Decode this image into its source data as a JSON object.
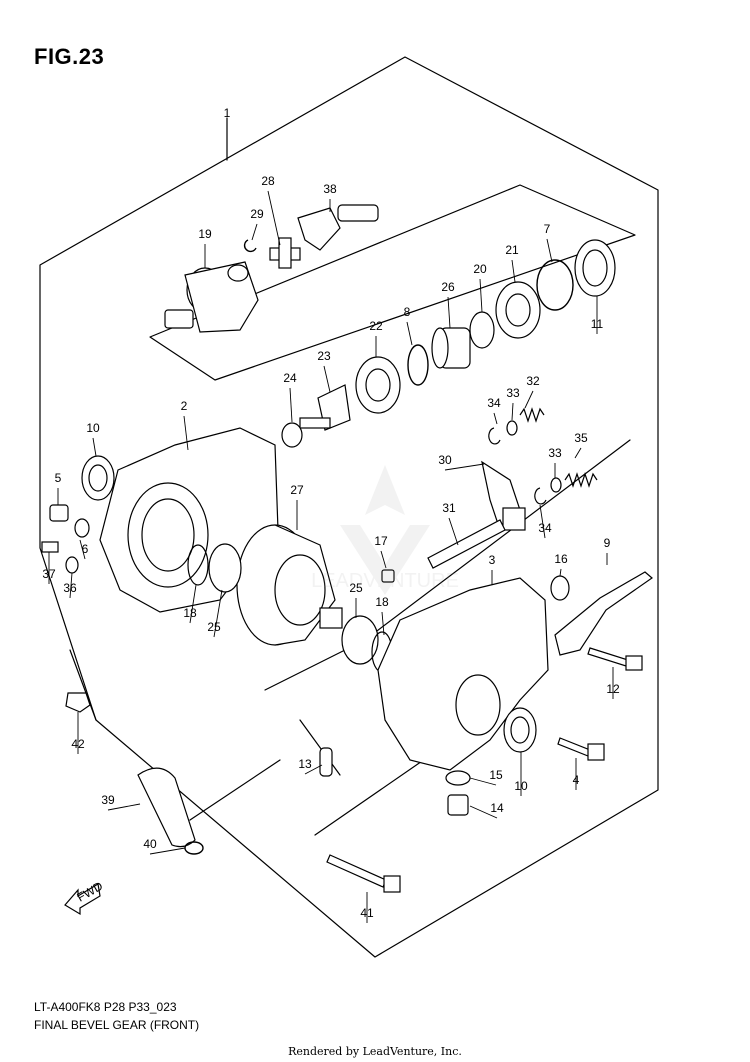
{
  "figure": {
    "title": "FIG.23",
    "code": "LT-A400FK8 P28 P33_023",
    "name": "FINAL BEVEL GEAR (FRONT)"
  },
  "footer": {
    "rendered_by": "Rendered by LeadVenture, Inc."
  },
  "watermark": {
    "text": "LEADVENTURE",
    "color": "#9a9a9a"
  },
  "fwd_arrow": {
    "label": "FWD"
  },
  "callouts": [
    "1",
    "28",
    "38",
    "29",
    "19",
    "7",
    "21",
    "20",
    "26",
    "8",
    "22",
    "11",
    "23",
    "24",
    "2",
    "32",
    "33",
    "34",
    "10",
    "30",
    "35",
    "33",
    "5",
    "27",
    "31",
    "34",
    "17",
    "16",
    "9",
    "6",
    "37",
    "3",
    "36",
    "18",
    "25",
    "25",
    "18",
    "12",
    "42",
    "13",
    "15",
    "10",
    "4",
    "39",
    "14",
    "40",
    "41"
  ]
}
